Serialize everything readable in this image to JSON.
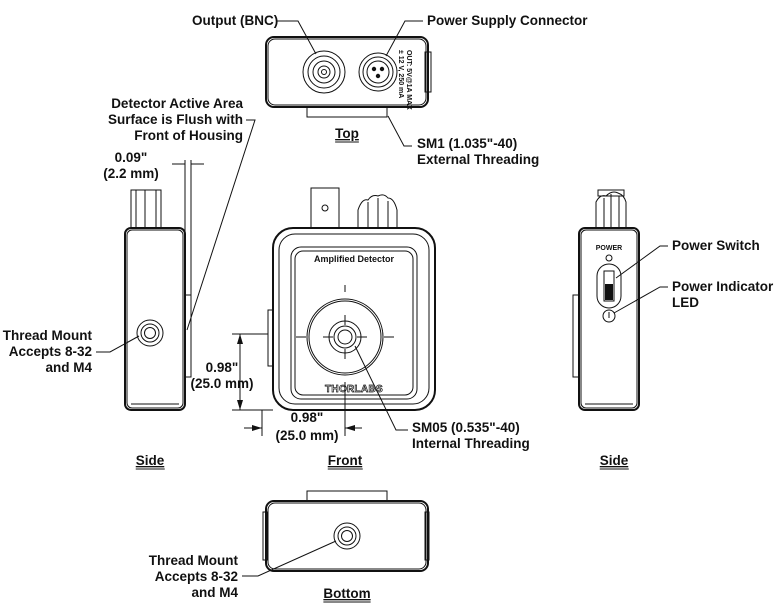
{
  "views": {
    "top": "Top",
    "side_left": "Side",
    "front": "Front",
    "side_right": "Side",
    "bottom": "Bottom"
  },
  "callouts": {
    "output": "Output (BNC)",
    "power_supply": "Power Supply Connector",
    "detector_line1": "Detector Active Area",
    "detector_line2": "Surface is Flush with",
    "detector_line3": "Front of Housing",
    "sm1_line1": "SM1 (1.035\"-40)",
    "sm1_line2": "External Threading",
    "thread_side_line1": "Thread Mount",
    "thread_side_line2": "Accepts 8-32",
    "thread_side_line3": "and M4",
    "power_switch": "Power Switch",
    "power_led_line1": "Power Indicator",
    "power_led_line2": "LED",
    "sm05_line1": "SM05 (0.535\"-40)",
    "sm05_line2": "Internal Threading",
    "thread_bottom_line1": "Thread Mount",
    "thread_bottom_line2": "Accepts 8-32",
    "thread_bottom_line3": "and M4"
  },
  "dimensions": {
    "flush_in": "0.09\"",
    "flush_mm": "(2.2 mm)",
    "vert_in": "0.98\"",
    "vert_mm": "(25.0 mm)",
    "horiz_in": "0.98\"",
    "horiz_mm": "(25.0 mm)"
  },
  "device": {
    "front_title": "Amplified Detector",
    "logo": "THORLABS",
    "power_label": "POWER",
    "top_label_line1": "OUT: 5V@1A MAX",
    "top_label_line2": "± 12 V, 250 mA"
  }
}
